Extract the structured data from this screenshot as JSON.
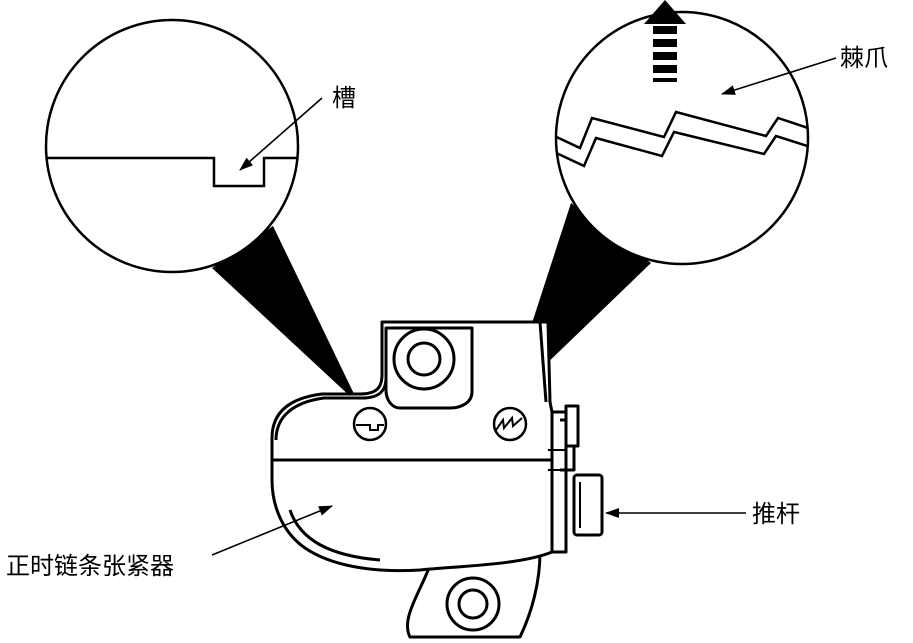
{
  "labels": {
    "groove": "槽",
    "ratchet": "棘爪",
    "push_rod": "推杆",
    "tensioner": "正时链条张紧器"
  }
}
